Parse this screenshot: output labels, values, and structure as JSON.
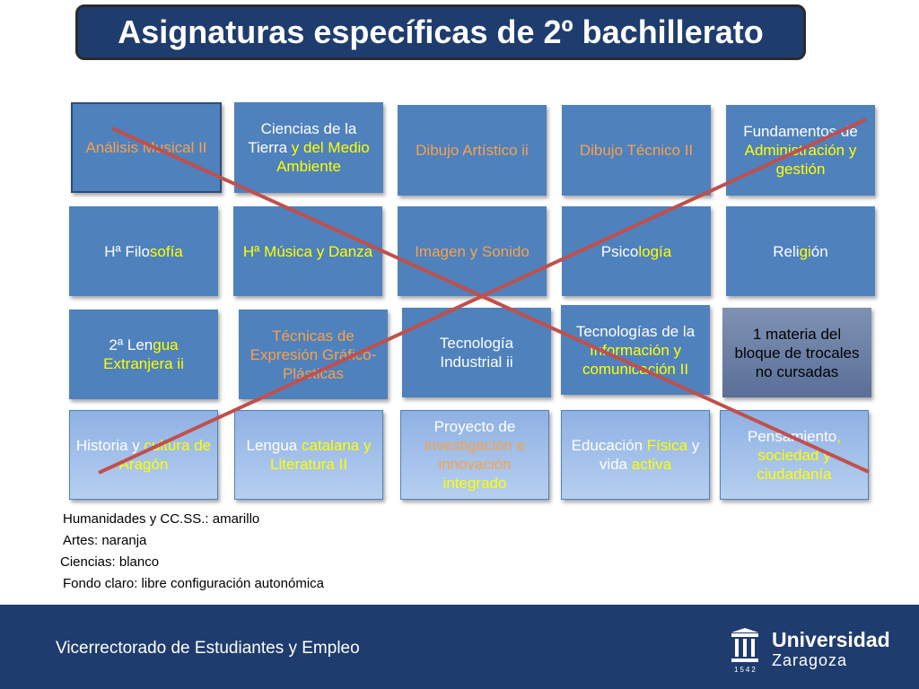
{
  "title": "Asignaturas específicas de 2º bachillerato",
  "tiles": {
    "analisis_musical": "Análisis Musical II",
    "ciencias_tierra_1": "Ciencias de la Tierra",
    "ciencias_tierra_2": "y del Medio Ambiente",
    "dibujo_artistico": "Dibujo Artístico ii",
    "dibujo_tecnico": "Dibujo Técnico II",
    "fundamentos_1": "Fundamentos de",
    "fundamentos_2": "Administración y gestión",
    "filosofia_1": "Hª Filo",
    "filosofia_2": "sofía",
    "musica_danza": "Hª Música y Danza",
    "imagen_sonido": "Imagen y Sonido",
    "psicologia_1": "Psico",
    "psicologia_2": "logía",
    "religion_1": "Reli",
    "religion_2": "gi",
    "religion_3": "ón",
    "lengua_ext_1": "2ª Len",
    "lengua_ext_2": "gua Extranjera ii",
    "tecnicas_expresion": "Técnicas de Expresión Gráfico-Plásticas",
    "tecnologia_industrial": "Tecnología Industrial ii",
    "tic_1": "Tecnologías de la",
    "tic_2": "Información y",
    "tic_3": "comunicación II",
    "materia_troncal": "1 materia del bloque de trocales no cursadas",
    "historia_1": "Historia y",
    "historia_2": "cultura de Aragón",
    "lengua_catalana_1": "Lengua",
    "lengua_catalana_2": "catalana y Literatura II",
    "proyecto_1": "Proyecto de",
    "proyecto_2": "investigación e innovación",
    "proyecto_3": "integrado",
    "educacion_fisica_1": "Educación",
    "educacion_fisica_2": "Física",
    "educacion_fisica_3": "y vida",
    "educacion_fisica_4": "activa",
    "pensamiento_1": "Pensamiento",
    "pensamiento_2": ",",
    "pensamiento_3": "sociedad y ciudadanía"
  },
  "legend": [
    "Humanidades y CC.SS.: amarillo",
    "Artes: naranja",
    "Ciencias: blanco",
    "Fondo claro: libre configuración autonómica"
  ],
  "footer": {
    "text": "Vicerrectorado de Estudiantes y Empleo",
    "logo_line1": "Universidad",
    "logo_line2": "Zaragoza",
    "logo_year": "1542"
  },
  "colors": {
    "title_bg": "#1f3c6e",
    "tile_bg": "#4f81bd",
    "humanidades": "#ffff00",
    "artes": "#f7a24a",
    "ciencias": "#ffffff",
    "cross": "#c0504d"
  }
}
